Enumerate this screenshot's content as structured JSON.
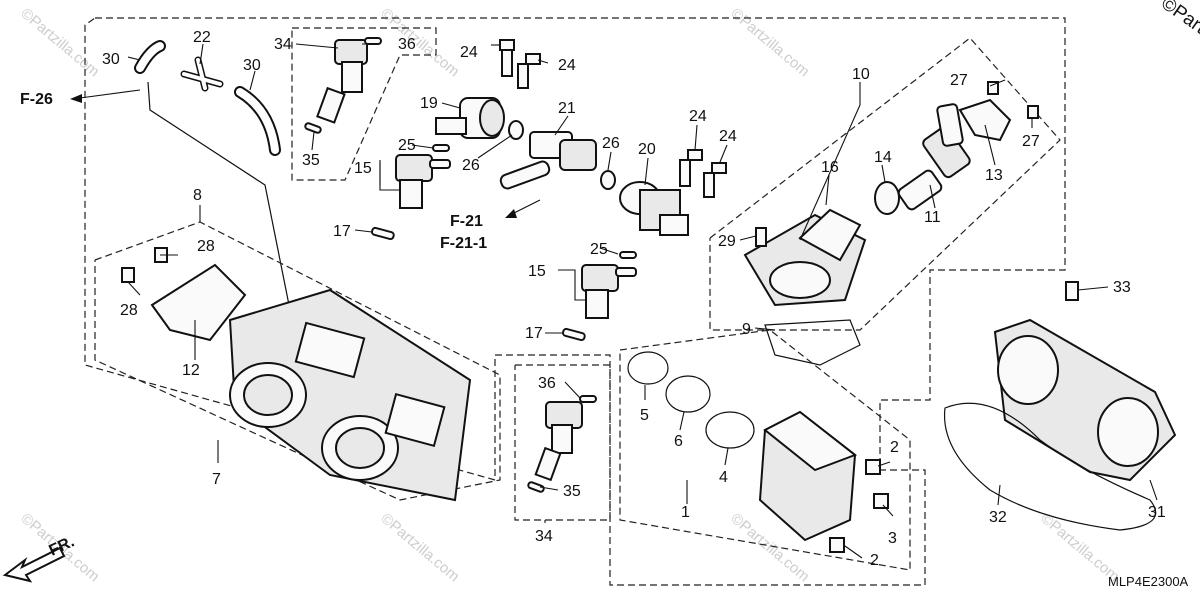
{
  "watermark": {
    "brand": "©Partzilla.com",
    "repeat_text": "©Partzilla.com"
  },
  "diagram_code": "MLP4E2300A",
  "direction_label": "FR.",
  "references": {
    "f26": "F-26",
    "f21": "F-21",
    "f21_1": "F-21-1"
  },
  "callouts": {
    "c1": "1",
    "c2a": "2",
    "c2b": "2",
    "c3": "3",
    "c4": "4",
    "c5": "5",
    "c6": "6",
    "c7": "7",
    "c8": "8",
    "c9": "9",
    "c10": "10",
    "c11": "11",
    "c12": "12",
    "c13": "13",
    "c14": "14",
    "c15a": "15",
    "c15b": "15",
    "c16": "16",
    "c17a": "17",
    "c17b": "17",
    "c19": "19",
    "c20": "20",
    "c21": "21",
    "c22": "22",
    "c24a": "24",
    "c24b": "24",
    "c24c": "24",
    "c24d": "24",
    "c25a": "25",
    "c25b": "25",
    "c26a": "26",
    "c26b": "26",
    "c27a": "27",
    "c27b": "27",
    "c28a": "28",
    "c28b": "28",
    "c29": "29",
    "c30a": "30",
    "c30b": "30",
    "c31": "31",
    "c32": "32",
    "c33": "33",
    "c34a": "34",
    "c34b": "34",
    "c35a": "35",
    "c35b": "35",
    "c36a": "36",
    "c36b": "36"
  }
}
